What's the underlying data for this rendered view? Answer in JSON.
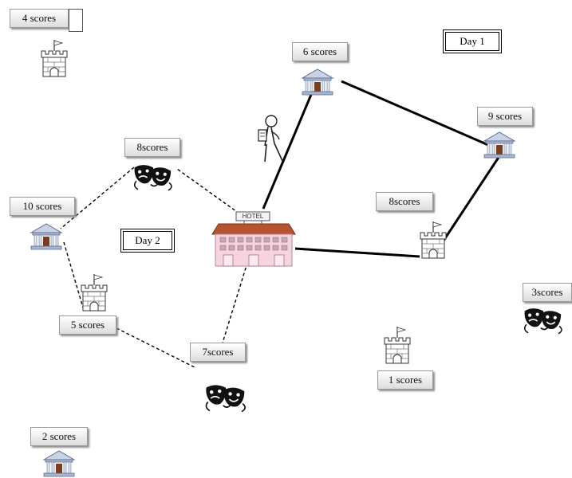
{
  "labels": {
    "day1": "Day 1",
    "day2": "Day 2",
    "hotel": "HOTEL",
    "score_4": "4 scores",
    "score_6": "6 scores",
    "score_9": "9 scores",
    "score_8_theater": "8scores",
    "score_8_castle": "8scores",
    "score_10": "10 scores",
    "score_5": "5 scores",
    "score_7": "7scores",
    "score_3": "3scores",
    "score_1": "1 scores",
    "score_2": "2 scores"
  },
  "icons": {
    "museum": "museum-icon",
    "castle": "castle-icon",
    "theater": "theater-masks-icon",
    "hotel": "hotel-icon",
    "tourist": "tourist-walker-icon"
  },
  "colors": {
    "route_line": "#000000",
    "hotel_roof": "#b5542f",
    "hotel_wall": "#f6d3de"
  }
}
